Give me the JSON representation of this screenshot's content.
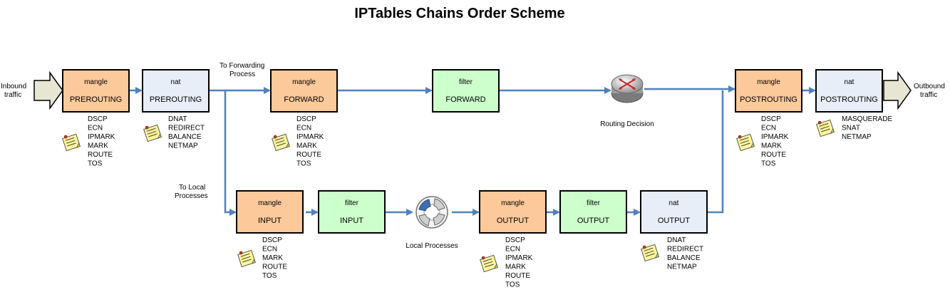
{
  "title": "IPTables Chains Order Scheme",
  "colors": {
    "mangle": "#fcc99b",
    "nat": "#e8eef8",
    "filter": "#ccffcc",
    "line": "#4f81bd",
    "box_border": "#000000",
    "io_arrow": "#e6e6d2",
    "note": "#fff799"
  },
  "io": {
    "inbound": [
      "Inbound",
      "traffic"
    ],
    "outbound": [
      "Outbound",
      "traffic"
    ]
  },
  "chains": {
    "mangle_prerouting": {
      "table": "mangle",
      "chain": "PREROUTING",
      "kind": "mangle",
      "targets": [
        "DSCP",
        "ECN",
        "IPMARK",
        "MARK",
        "ROUTE",
        "TOS"
      ]
    },
    "nat_prerouting": {
      "table": "nat",
      "chain": "PREROUTING",
      "kind": "nat",
      "targets": [
        "DNAT",
        "REDIRECT",
        "BALANCE",
        "NETMAP"
      ]
    },
    "mangle_forward": {
      "table": "mangle",
      "chain": "FORWARD",
      "kind": "mangle",
      "targets": [
        "DSCP",
        "ECN",
        "IPMARK",
        "MARK",
        "ROUTE",
        "TOS"
      ]
    },
    "filter_forward": {
      "table": "filter",
      "chain": "FORWARD",
      "kind": "filter",
      "targets": []
    },
    "mangle_postrouting": {
      "table": "mangle",
      "chain": "POSTROUTING",
      "kind": "mangle",
      "targets": [
        "DSCP",
        "ECN",
        "IPMARK",
        "MARK",
        "ROUTE",
        "TOS"
      ]
    },
    "nat_postrouting": {
      "table": "nat",
      "chain": "POSTROUTING",
      "kind": "nat",
      "targets": [
        "MASQUERADE",
        "SNAT",
        "NETMAP"
      ]
    },
    "mangle_input": {
      "table": "mangle",
      "chain": "INPUT",
      "kind": "mangle",
      "targets": [
        "DSCP",
        "ECN",
        "MARK",
        "ROUTE",
        "TOS"
      ]
    },
    "filter_input": {
      "table": "filter",
      "chain": "INPUT",
      "kind": "filter",
      "targets": []
    },
    "mangle_output": {
      "table": "mangle",
      "chain": "OUTPUT",
      "kind": "mangle",
      "targets": [
        "DSCP",
        "ECN",
        "IPMARK",
        "MARK",
        "ROUTE",
        "TOS"
      ]
    },
    "filter_output": {
      "table": "filter",
      "chain": "OUTPUT",
      "kind": "filter",
      "targets": []
    },
    "nat_output": {
      "table": "nat",
      "chain": "OUTPUT",
      "kind": "nat",
      "targets": [
        "DNAT",
        "REDIRECT",
        "BALANCE",
        "NETMAP"
      ]
    }
  },
  "labels": {
    "to_forwarding": [
      "To Forwarding",
      "Process"
    ],
    "to_local": [
      "To Local",
      "Processes"
    ],
    "routing_decision": "Routing Decision",
    "local_processes": "Local Processes"
  },
  "icons": {
    "router": "router-icon",
    "local_processes": "process-cycle-icon",
    "note": "sticky-note-icon"
  }
}
